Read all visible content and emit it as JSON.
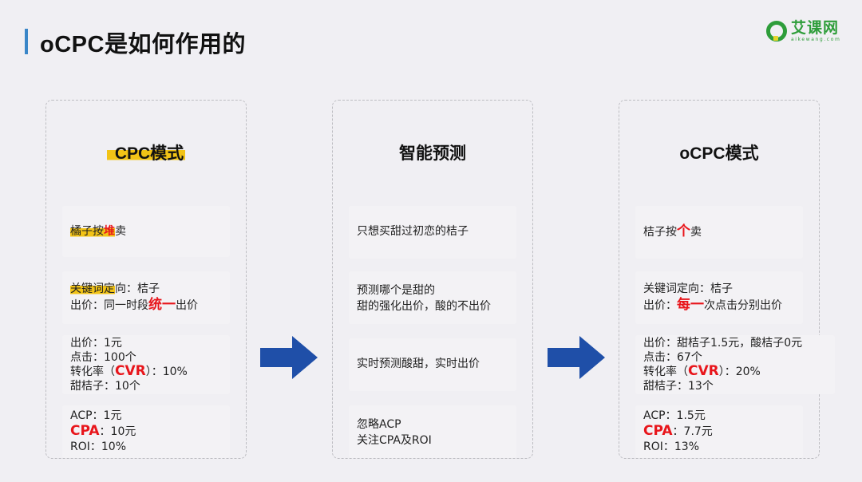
{
  "header": {
    "title": "oCPC是如何作用的",
    "accent_color": "#3a86c8"
  },
  "logo": {
    "name_cn": "艾课网",
    "name_en": "aikewang.com",
    "brand_color": "#2e9d3a"
  },
  "panels": [
    {
      "title": "CPC模式",
      "cards": [
        {
          "lines": [
            {
              "pre": "橘子按",
              "em": "堆",
              "post": "卖"
            }
          ]
        },
        {
          "lines": [
            {
              "pre": "关键词定向：桔子"
            },
            {
              "pre": "出价：同一时段",
              "em": "统一",
              "post": "出价"
            }
          ]
        },
        {
          "lines": [
            {
              "pre": "出价：1元"
            },
            {
              "pre": "点击：100个"
            },
            {
              "pre": "转化率（",
              "em": "CVR",
              "post": "）：10%"
            },
            {
              "pre": "甜桔子：10个"
            }
          ]
        },
        {
          "lines": [
            {
              "pre": "ACP：1元"
            },
            {
              "em": "CPA",
              "post": "：10元"
            },
            {
              "pre": "ROI：10%"
            }
          ]
        }
      ]
    },
    {
      "title": "智能预测",
      "cards": [
        {
          "lines": [
            {
              "pre": "只想买甜过初恋的桔子"
            }
          ]
        },
        {
          "lines": [
            {
              "pre": "预测哪个是甜的"
            },
            {
              "pre": "甜的强化出价，酸的不出价"
            }
          ]
        },
        {
          "lines": [
            {
              "pre": "实时预测酸甜，实时出价"
            }
          ]
        },
        {
          "lines": [
            {
              "pre": "忽略ACP"
            },
            {
              "pre": "关注CPA及ROI"
            }
          ]
        }
      ]
    },
    {
      "title": "oCPC模式",
      "cards": [
        {
          "lines": [
            {
              "pre": "桔子按",
              "em": "个",
              "post": "卖"
            }
          ]
        },
        {
          "lines": [
            {
              "pre": "关键词定向：桔子"
            },
            {
              "pre": "出价：",
              "em": "每一",
              "post": "次点击分别出价"
            }
          ]
        },
        {
          "lines": [
            {
              "pre": "出价：甜桔子1.5元，酸桔子0元"
            },
            {
              "pre": "点击：67个"
            },
            {
              "pre": "转化率（",
              "em": "CVR",
              "post": "）：20%"
            },
            {
              "pre": "甜桔子：13个"
            }
          ]
        },
        {
          "lines": [
            {
              "pre": "ACP：1.5元"
            },
            {
              "em": "CPA",
              "post": "：7.7元"
            },
            {
              "pre": "ROI：13%"
            }
          ]
        }
      ]
    }
  ],
  "arrows": {
    "color": "#1f4fa8",
    "count": 2
  },
  "highlight_color": "#f2c316",
  "emphasis_color": "#e8151b"
}
